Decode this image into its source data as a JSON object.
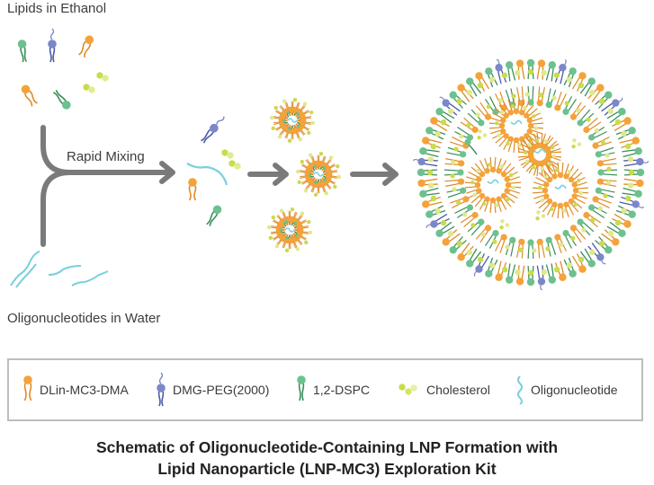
{
  "labels": {
    "lipids_in_ethanol": "Lipids in Ethanol",
    "rapid_mixing": "Rapid Mixing",
    "oligonucleotides_in_water": "Oligonucleotides in Water"
  },
  "legend": [
    {
      "label": "DLin-MC3-DMA",
      "icon": "dlin-mc3-dma-lipid-icon",
      "color": "#f4a23a"
    },
    {
      "label": "DMG-PEG(2000)",
      "icon": "dmg-peg-lipid-icon",
      "color": "#7b87c9"
    },
    {
      "label": "1,2-DSPC",
      "icon": "dspc-lipid-icon",
      "color": "#6cc18e"
    },
    {
      "label": "Cholesterol",
      "icon": "cholesterol-icon",
      "color": "#c8dc4c"
    },
    {
      "label": "Oligonucleotide",
      "icon": "oligonucleotide-icon",
      "color": "#79d0dd"
    }
  ],
  "caption": {
    "line1": "Schematic of Oligonucleotide-Containing LNP Formation with",
    "line2": "Lipid Nanoparticle (LNP-MC3) Exploration Kit"
  },
  "colors": {
    "mc3": "#f4a23a",
    "mc3_tail": "#e08a2a",
    "peg": "#7b87c9",
    "peg_tail": "#4c5aa8",
    "dspc": "#6cc18e",
    "dspc_tail": "#3c8f5c",
    "cholesterol": "#c8dc4c",
    "oligo": "#79d0dd",
    "arrow": "#7a7a7a"
  }
}
